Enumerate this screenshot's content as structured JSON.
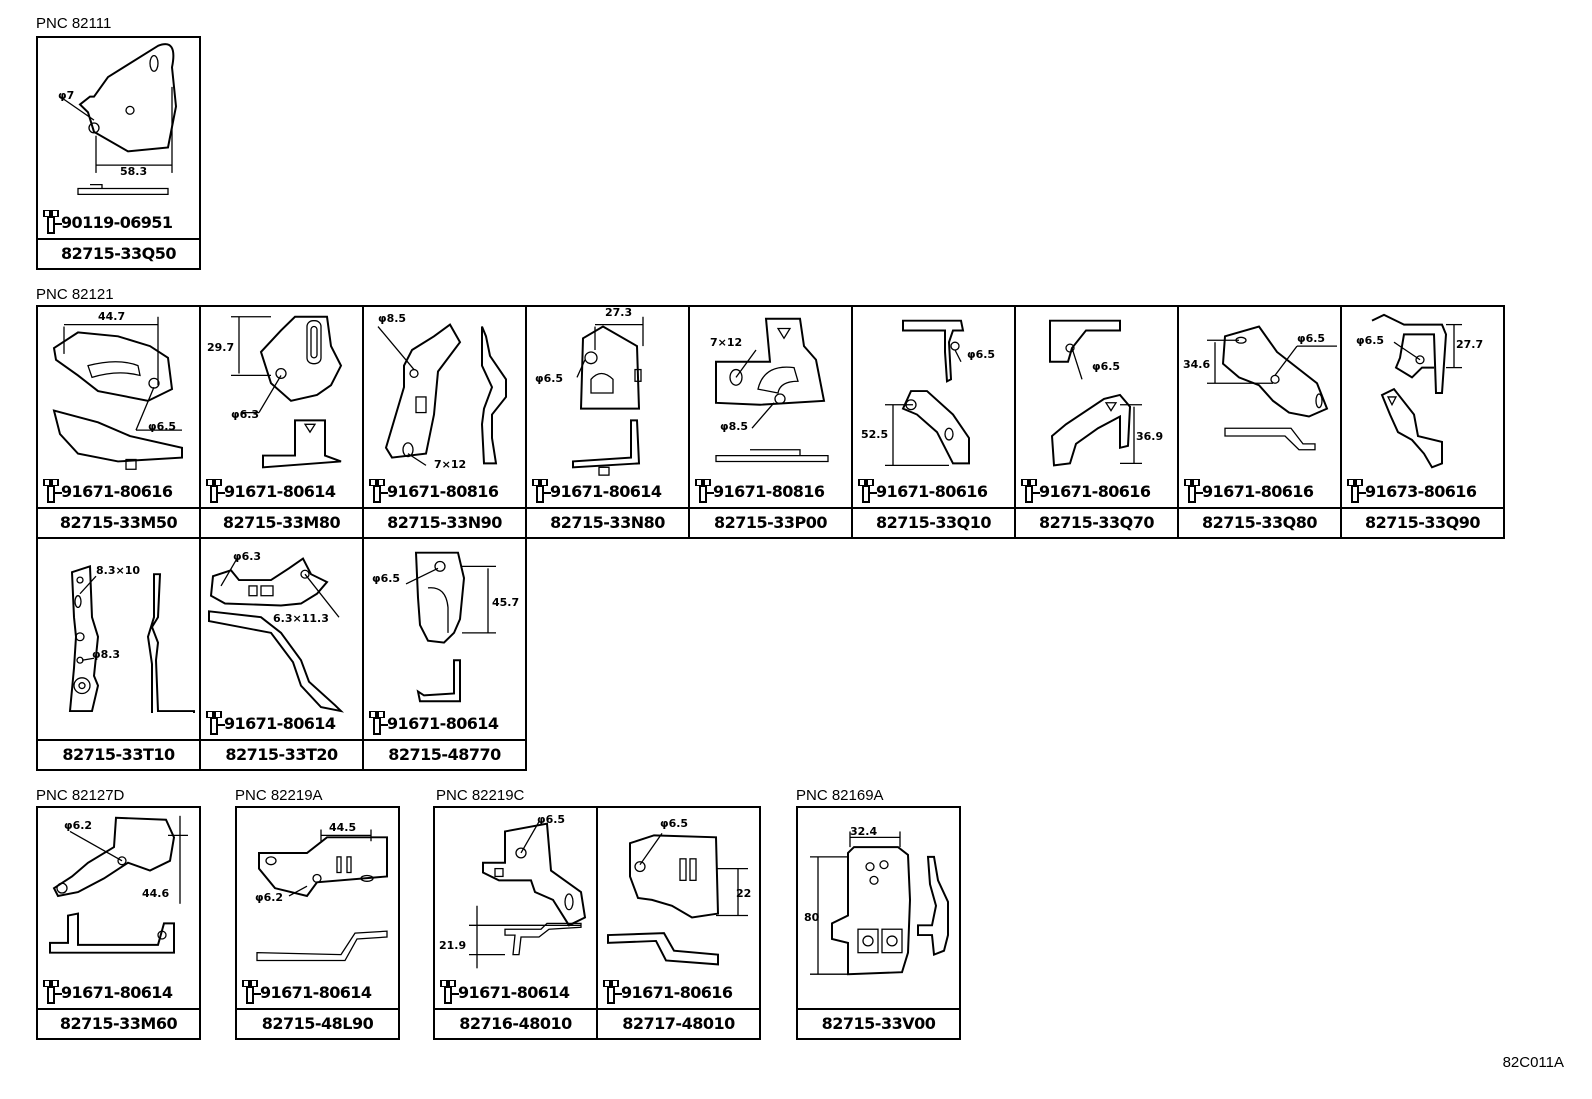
{
  "groups": [
    {
      "label": "PNC 82111"
    },
    {
      "label": "PNC 82121"
    },
    {
      "label": "PNC 82127D"
    },
    {
      "label": "PNC 82219A"
    },
    {
      "label": "PNC 82219C"
    },
    {
      "label": "PNC 82169A"
    }
  ],
  "parts": [
    {
      "part_no": "82715-33Q50",
      "bolt_pn": "90119-06951",
      "dims": [
        "φ7",
        "58.3"
      ]
    },
    {
      "part_no": "82715-33M50",
      "bolt_pn": "91671-80616",
      "dims": [
        "44.7",
        "φ6.5"
      ]
    },
    {
      "part_no": "82715-33M80",
      "bolt_pn": "91671-80614",
      "dims": [
        "29.7",
        "φ6.3"
      ]
    },
    {
      "part_no": "82715-33N90",
      "bolt_pn": "91671-80816",
      "dims": [
        "φ8.5",
        "7×12"
      ]
    },
    {
      "part_no": "82715-33N80",
      "bolt_pn": "91671-80614",
      "dims": [
        "27.3",
        "φ6.5"
      ]
    },
    {
      "part_no": "82715-33P00",
      "bolt_pn": "91671-80816",
      "dims": [
        "7×12",
        "φ8.5"
      ]
    },
    {
      "part_no": "82715-33Q10",
      "bolt_pn": "91671-80616",
      "dims": [
        "φ6.5",
        "52.5"
      ]
    },
    {
      "part_no": "82715-33Q70",
      "bolt_pn": "91671-80616",
      "dims": [
        "φ6.5",
        "36.9"
      ]
    },
    {
      "part_no": "82715-33Q80",
      "bolt_pn": "91671-80616",
      "dims": [
        "φ6.5",
        "34.6"
      ]
    },
    {
      "part_no": "82715-33Q90",
      "bolt_pn": "91673-80616",
      "dims": [
        "φ6.5",
        "27.7"
      ]
    },
    {
      "part_no": "82715-33T10",
      "bolt_pn": "",
      "dims": [
        "8.3×10",
        "φ8.3"
      ]
    },
    {
      "part_no": "82715-33T20",
      "bolt_pn": "91671-80614",
      "dims": [
        "φ6.3",
        "6.3×11.3"
      ]
    },
    {
      "part_no": "82715-48770",
      "bolt_pn": "91671-80614",
      "dims": [
        "φ6.5",
        "45.7"
      ]
    },
    {
      "part_no": "82715-33M60",
      "bolt_pn": "91671-80614",
      "dims": [
        "φ6.2",
        "44.6"
      ]
    },
    {
      "part_no": "82715-48L90",
      "bolt_pn": "91671-80614",
      "dims": [
        "44.5",
        "φ6.2"
      ]
    },
    {
      "part_no": "82716-48010",
      "bolt_pn": "91671-80614",
      "dims": [
        "φ6.5",
        "21.9"
      ]
    },
    {
      "part_no": "82717-48010",
      "bolt_pn": "91671-80616",
      "dims": [
        "φ6.5",
        "22"
      ]
    },
    {
      "part_no": "82715-33V00",
      "bolt_pn": "",
      "dims": [
        "32.4",
        "80"
      ]
    }
  ],
  "ref_code": "82C011A"
}
